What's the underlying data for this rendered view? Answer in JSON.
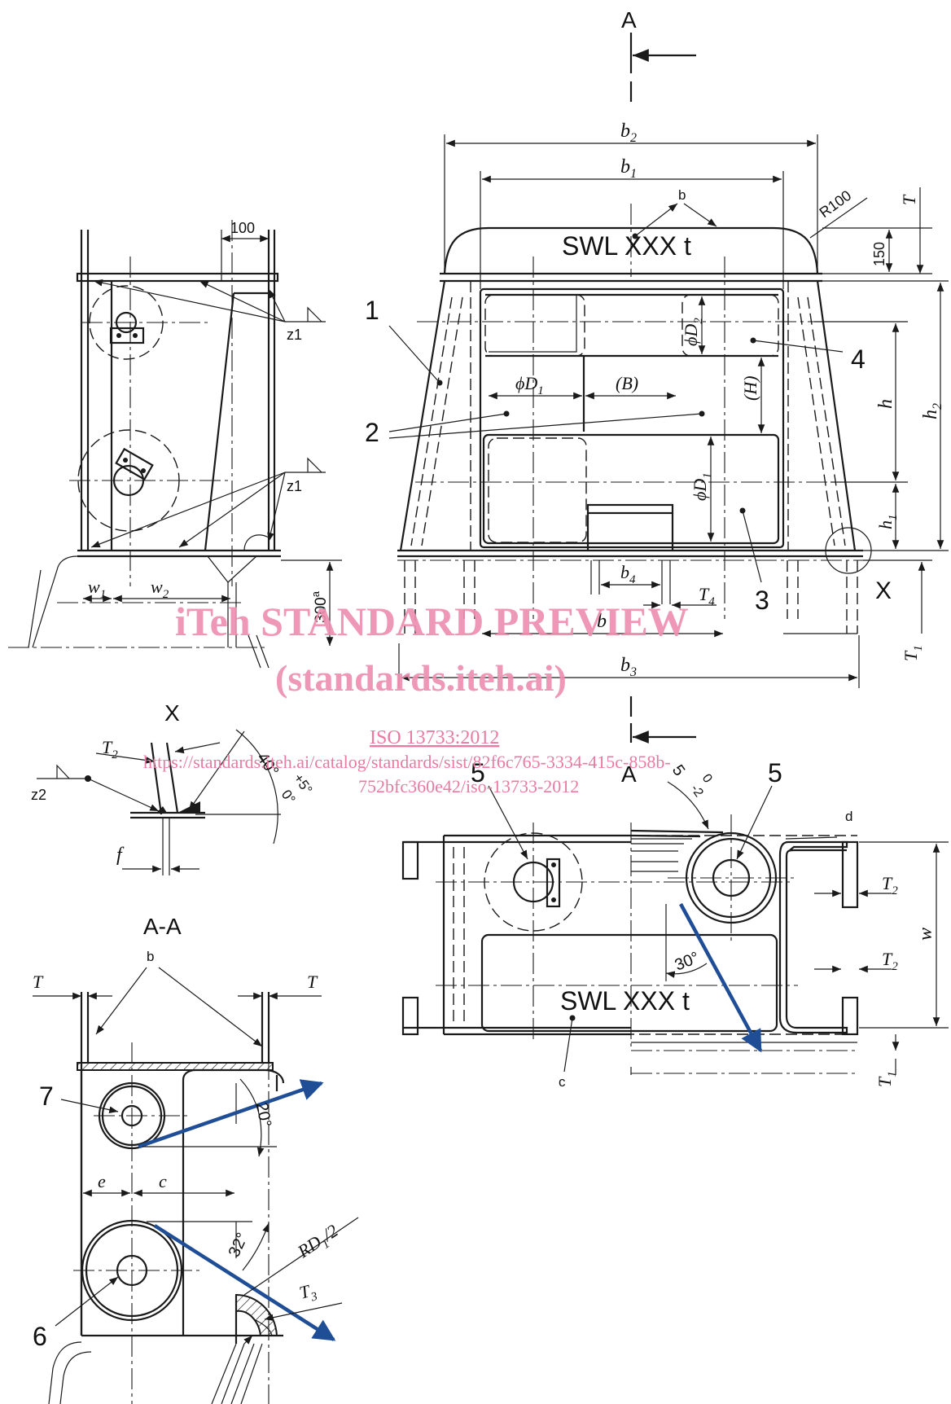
{
  "labels": {
    "section_A_top": "A",
    "section_A_bottom": "A",
    "section_AA": "A-A",
    "detail_X_mark": "X",
    "detail_X_title": "X",
    "swl_top": "SWL XXX t",
    "swl_bottom": "SWL XXX t",
    "note_b_top": "b",
    "note_b_aa": "b",
    "note_c": "c",
    "note_d": "d",
    "r100": "R100",
    "d100": "100",
    "d150": "150",
    "d300": "300",
    "d300_note": "a",
    "weld_z1_top": "z1",
    "weld_z1_bottom": "z1",
    "weld_z2": "z2"
  },
  "dims": {
    "b2": "b",
    "b2_sub": "2",
    "b1": "b",
    "b1_sub": "1",
    "b3": "b",
    "b3_sub": "3",
    "b4": "b",
    "b4_sub": "4",
    "b": "b",
    "T_top": "T",
    "T_left": "T",
    "T_right": "T",
    "h": "h",
    "h2": "h",
    "h2_sub": "2",
    "h1": "h",
    "h1_sub": "1",
    "H": "(H)",
    "B": "(B)",
    "D1_a": "ϕD",
    "D1_a_sub": "1",
    "D1_b": "ϕD",
    "D1_b_sub": "1",
    "D2": "ϕD",
    "D2_sub": "2",
    "T1_top": "T",
    "T1_top_sub": "1",
    "T1_bottom": "T",
    "T1_bottom_sub": "1",
    "T2_x": "T",
    "T2_x_sub": "2",
    "T2_a": "T",
    "T2_a_sub": "2",
    "T2_b": "T",
    "T2_b_sub": "2",
    "T3": "T",
    "T3_sub": "3",
    "T4": "T",
    "T4_sub": "4",
    "w": "w",
    "w1": "w",
    "w1_sub": "1",
    "w2": "w",
    "w2_sub": "2",
    "e": "e",
    "c": "c",
    "f": "f",
    "RD1": "RD",
    "RD1_sub": "1",
    "RD1_tail": "/2",
    "ang_X": "40°",
    "ang_X_tol_plus": "+5°",
    "ang_X_tol_zero": "0°",
    "ang_5": "5",
    "ang_5_tol_zero": "0",
    "ang_5_tol_minus": "-2",
    "ang_30": "30°",
    "ang_20": "20°",
    "ang_32": "32°"
  },
  "parts": {
    "p1": "1",
    "p2": "2",
    "p3": "3",
    "p4": "4",
    "p5a": "5",
    "p5b": "5",
    "p6": "6",
    "p7": "7"
  },
  "watermark": {
    "line1": "iTeh STANDARD PREVIEW",
    "line2": "(standards.iteh.ai)",
    "line3": "ISO 13733:2012",
    "line4": "https://standards.iteh.ai/catalog/standards/sist/82f6c765-3334-415c-858b-",
    "line5": "752bfc360e42/iso-13733-2012"
  },
  "colors": {
    "line": "#1a1a1a",
    "rope_arrow": "#1f4e96",
    "watermark": "#ee8fb0"
  }
}
